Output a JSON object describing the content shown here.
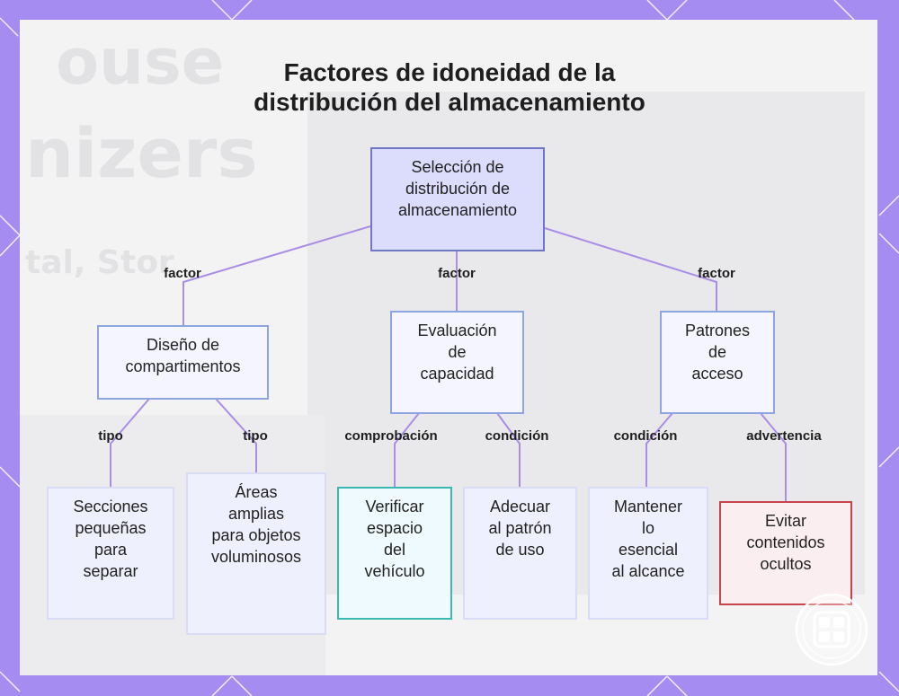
{
  "title_lines": [
    "Factores de idoneidad de la",
    "distribución del almacenamiento"
  ],
  "background_text": [
    "ouse",
    "nizers",
    "tal, Stor"
  ],
  "nodes": {
    "root": [
      "Selección de",
      "distribución de",
      "almacenamiento"
    ],
    "compartments": [
      "Diseño de",
      "compartimentos"
    ],
    "capacity": [
      "Evaluación",
      "de",
      "capacidad"
    ],
    "access": [
      "Patrones",
      "de",
      "acceso"
    ],
    "small_sections": [
      "Secciones",
      "pequeñas",
      "para",
      "separar"
    ],
    "large_areas": [
      "Áreas",
      "amplias",
      "para objetos",
      "voluminosos"
    ],
    "verify_space": [
      "Verificar",
      "espacio",
      "del",
      "vehículo"
    ],
    "match_pattern": [
      "Adecuar",
      "al patrón",
      "de uso"
    ],
    "keep_essentials": [
      "Mantener",
      "lo",
      "esencial",
      "al alcance"
    ],
    "avoid_hidden": [
      "Evitar",
      "contenidos",
      "ocultos"
    ]
  },
  "edge_labels": {
    "factor_left": "factor",
    "factor_center": "factor",
    "factor_right": "factor",
    "tipo_left": "tipo",
    "tipo_right": "tipo",
    "comprobacion": "comprobación",
    "condicion_capacity": "condición",
    "condicion_access": "condición",
    "advertencia": "advertencia"
  },
  "colors": {
    "frame": "#a48cf0",
    "edge": "#a98de6",
    "root_fill": "#dcdcfd",
    "root_border": "#6e78c6",
    "teal_border": "#3bb8b0",
    "red_border": "#c8444c"
  },
  "icons": [
    "logo-grid-icon"
  ]
}
